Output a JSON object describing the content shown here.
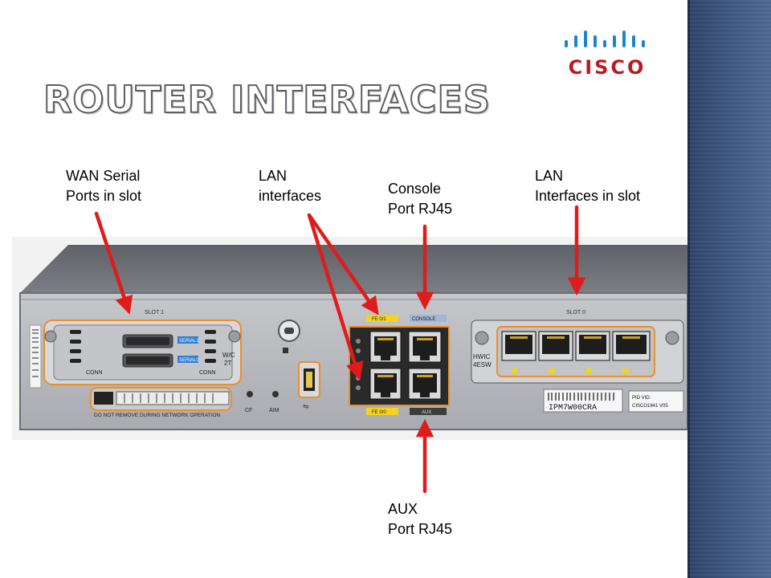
{
  "slide": {
    "title": "ROUTER INTERFACES",
    "logo_text": "CISCO",
    "accent_color": "#e01b1b",
    "sidebar_color": "#3e5680"
  },
  "labels": {
    "wan": {
      "line1": "WAN Serial",
      "line2": "Ports in slot"
    },
    "lan": {
      "line1": "LAN",
      "line2": "interfaces"
    },
    "console": {
      "line1": "Console",
      "line2": "Port RJ45"
    },
    "lan_slot": {
      "line1": "LAN",
      "line2": "Interfaces in slot"
    },
    "aux": {
      "line1": "AUX",
      "line2": "Port RJ45"
    }
  },
  "router": {
    "slot1_label": "SLOT 1",
    "slot0_label": "SLOT 0",
    "serial1": "SERIAL1",
    "serial0": "SERIAL0",
    "conn": "CONN",
    "wic_line1": "W/C",
    "wic_line2": "2T",
    "warning": "DO NOT REMOVE DURING NETWORK OPERATION",
    "fe01": "FE 0/1",
    "fe00": "FE 0/0",
    "console_port": "CONSOLE",
    "aux_port": "AUX",
    "hwic_line1": "HWIC",
    "hwic_line2": "4ESW",
    "cf": "CF",
    "aim": "AIM",
    "serial_number": "IPM7W00CRA",
    "pid": "PID VID:",
    "model": "CISCO1841 V05"
  }
}
